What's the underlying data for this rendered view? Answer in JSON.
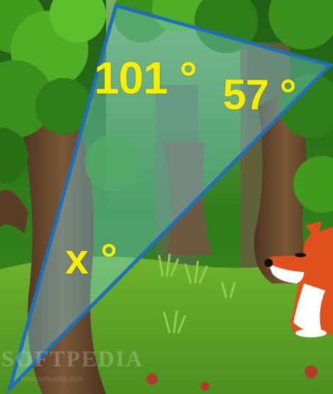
{
  "angles": {
    "top": "101 °",
    "right": "57 °",
    "bottom": "x °"
  },
  "watermark": {
    "brand": "SOFTPEDIA",
    "url": "www.softpedia.com"
  },
  "colors": {
    "label": "#f7ef00",
    "triangle_stroke": "#1f6fb8",
    "triangle_fill": "#7fd6e8",
    "grass": "#5ea22a",
    "foliage": "#2f7d1a",
    "trunk": "#6b4a2e",
    "fox_orange": "#e0501c"
  },
  "icons": {
    "background": "forest-scene",
    "character": "fox-icon"
  }
}
